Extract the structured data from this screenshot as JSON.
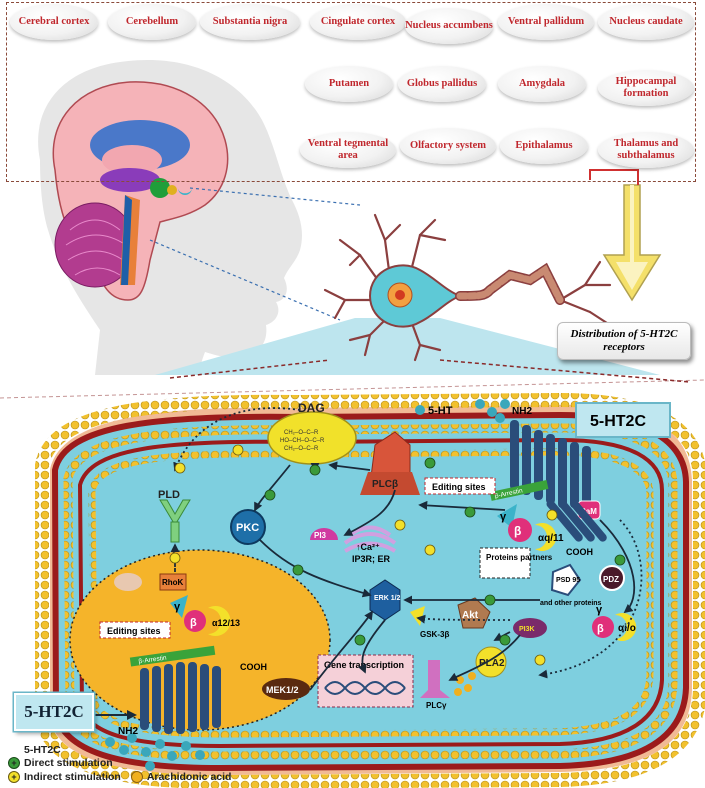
{
  "regions": [
    "Cerebral cortex",
    "Cerebellum",
    "Substantia nigra",
    "Cingulate cortex",
    "Nucleus accumbens",
    "Ventral pallidum",
    "Nucleus caudate",
    "Putamen",
    "Globus pallidus",
    "Amygdala",
    "Hippocampal formation",
    "Ventral tegmental area",
    "Olfactory system",
    "Epithalamus",
    "Thalamus and subthalamus"
  ],
  "distribution_label": "Distribution of 5-HT2C receptors",
  "receptor_badge": "5-HT2C",
  "labels": {
    "dag": "DAG",
    "five_ht": "5-HT",
    "nh2": "NH2",
    "editing_sites": "Editing sites",
    "beta_arrestin": "β-Arrestin",
    "plcb": "PLCβ",
    "pkc": "PKC",
    "pld": "PLD",
    "pi3": "PI3",
    "ca": "↑Ca²⁺",
    "ip3r": "IP3R; ER",
    "gamma": "γ",
    "beta": "β",
    "alpha_q11": "αq/11",
    "cooh": "COOH",
    "cam": "CaM",
    "proteins_partners": "Proteins partners",
    "psd95": "PSD 95",
    "other_proteins": "and other proteins",
    "pdz": "PDZ",
    "erk": "ERK 1/2",
    "gsk": "GSK-3β",
    "akt": "Akt",
    "pi3k": "PI3K",
    "alpha_io": "αi/o",
    "rhok": "RhoK",
    "alpha_1213": "α12/13",
    "gene_transcription": "Gene transcription",
    "mek": "MEK1/2",
    "plcy": "PLCγ",
    "pla2": "PLA2"
  },
  "legend": {
    "receptor": "5-HT2C",
    "direct": "Direct stimulation",
    "indirect": "Indirect stimulation",
    "arachidonic": "Arachidonic acid"
  },
  "colors": {
    "region_text": "#c0272d",
    "membrane": "#9b1b1b",
    "cyto": "#7ecfdf",
    "lipid": "#f2c12e"
  }
}
